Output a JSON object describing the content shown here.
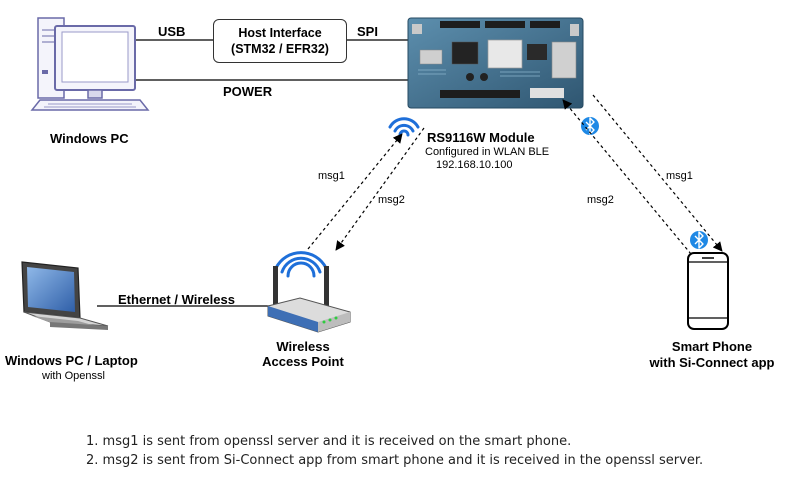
{
  "host_interface": {
    "line1": "Host Interface",
    "line2": "(STM32 / EFR32)"
  },
  "connections": {
    "usb": "USB",
    "spi": "SPI",
    "power": "POWER",
    "ethernet": "Ethernet / Wireless"
  },
  "nodes": {
    "windows_pc": {
      "label": "Windows PC"
    },
    "module": {
      "title": "RS9116W Module",
      "subtitle": "Configured in WLAN BLE",
      "ip": "192.168.10.100"
    },
    "laptop": {
      "label": "Windows PC / Laptop",
      "sublabel": "with Openssl"
    },
    "access_point": {
      "line1": "Wireless",
      "line2": "Access Point"
    },
    "phone": {
      "line1": "Smart Phone",
      "line2": "with Si-Connect app"
    }
  },
  "messages": {
    "msg1_left": "msg1",
    "msg2_left": "msg2",
    "msg1_right": "msg1",
    "msg2_right": "msg2"
  },
  "notes": [
    "1. msg1 is sent from openssl server and it is received on the smart phone.",
    "2. msg2 is sent from Si-Connect app from smart phone and it is received in the openssl server."
  ],
  "colors": {
    "bluetooth": "#1e88e5",
    "wifi": "#1e6fd9",
    "board": "#3f6f8f",
    "pc_outline": "#6a6aa8"
  }
}
